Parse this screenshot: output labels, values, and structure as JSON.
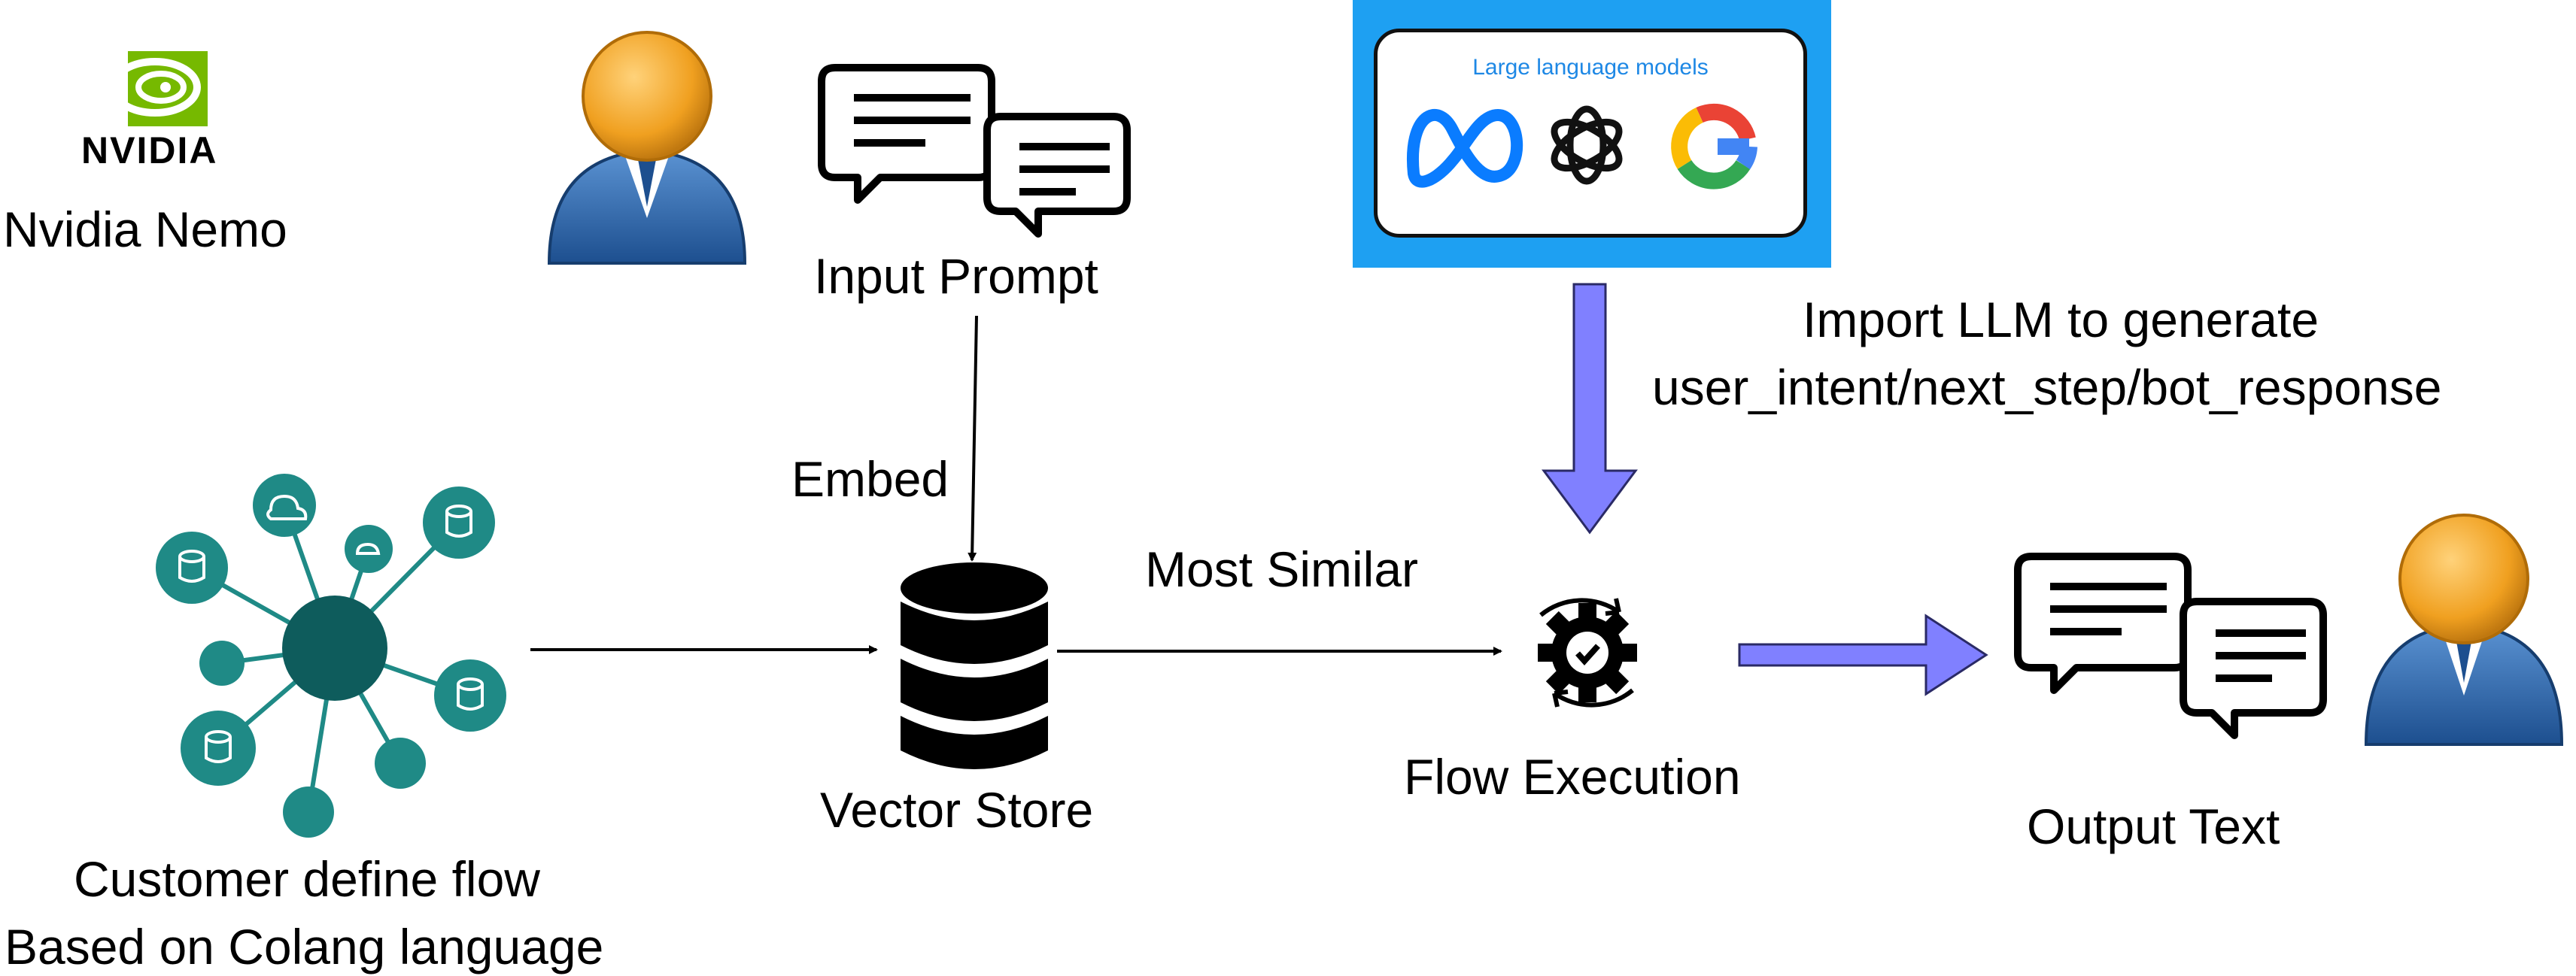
{
  "brand": {
    "logo_text": "NVIDIA",
    "name": "Nvidia Nemo"
  },
  "labels": {
    "input_prompt": "Input Prompt",
    "embed": "Embed",
    "vector_store": "Vector Store",
    "most_similar": "Most Similar",
    "flow_execution": "Flow Execution",
    "output_text": "Output Text",
    "customer_flow_line1": "Customer define flow",
    "customer_flow_line2": "Based on Colang language",
    "import_line1": "Import LLM to generate",
    "import_line2": "user_intent/next_step/bot_response"
  },
  "llm_panel": {
    "title": "Large language models",
    "logos": [
      "meta-logo-icon",
      "openai-logo-icon",
      "google-logo-icon"
    ]
  },
  "colors": {
    "llm_panel_bg": "#1ea0f2",
    "arrow_fill": "#8080ff",
    "network_teal": "#1f8a86",
    "network_dark": "#0e5c5c",
    "user_orange": "#f0a020",
    "user_blue": "#2f6db3"
  }
}
